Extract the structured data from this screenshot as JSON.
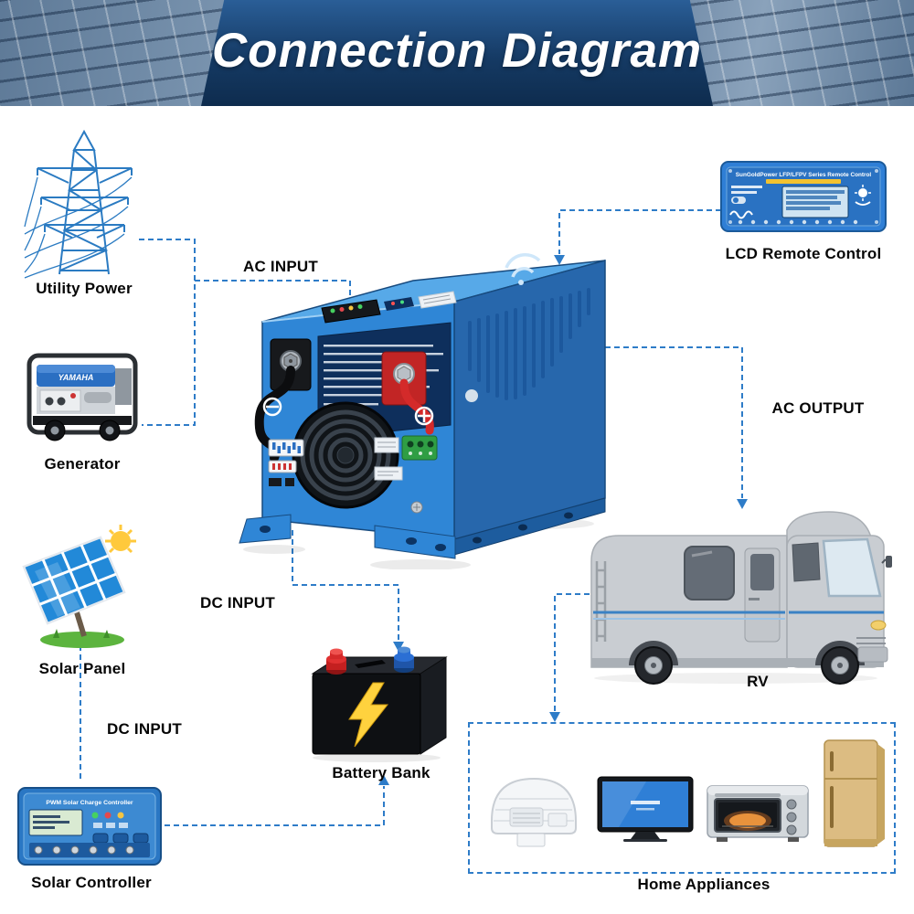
{
  "banner": {
    "title": "Connection Diagram"
  },
  "nodes": {
    "utility_power": {
      "label": "Utility Power"
    },
    "generator": {
      "label": "Generator",
      "brand": "YAMAHA"
    },
    "solar_panel": {
      "label": "Solar Panel"
    },
    "solar_controller": {
      "label": "Solar Controller",
      "device_title": "PWM Solar Charge Controller"
    },
    "battery_bank": {
      "label": "Battery Bank"
    },
    "lcd_remote": {
      "label": "LCD Remote Control",
      "device_title": "SunGoldPower LFP/LFPV Series Remote Control"
    },
    "rv": {
      "label": "RV"
    },
    "home_appliances": {
      "label": "Home Appliances",
      "icons": [
        "rooftop-ac-icon",
        "tv-icon",
        "toaster-oven-icon",
        "refrigerator-icon"
      ]
    }
  },
  "connections": {
    "ac_input": {
      "label": "AC INPUT"
    },
    "ac_output": {
      "label": "AC OUTPUT"
    },
    "dc_input_battery": {
      "label": "DC INPUT"
    },
    "dc_input_solar": {
      "label": "DC INPUT"
    }
  },
  "colors": {
    "wire_blue": "#2e7cc8",
    "banner_navy": "#14395f",
    "inverter_blue": "#2f86d6",
    "battery_bolt_yellow": "#ffd23e"
  }
}
